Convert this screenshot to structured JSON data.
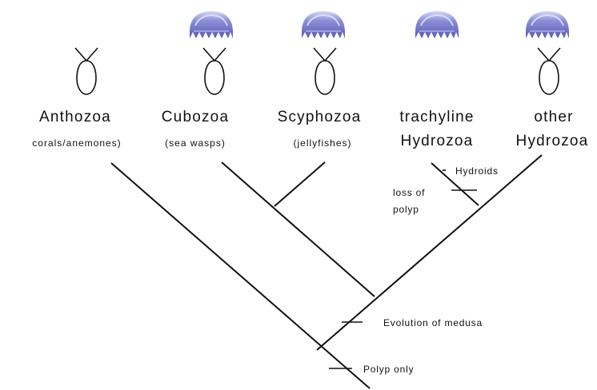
{
  "taxa": [
    {
      "name": "Anthozoa",
      "name_line2": "",
      "common": "corals/anemones)",
      "polyp": true,
      "medusa": false
    },
    {
      "name": "Cubozoa",
      "name_line2": "",
      "common": "(sea wasps)",
      "polyp": true,
      "medusa": true
    },
    {
      "name": "Scyphozoa",
      "name_line2": "",
      "common": "(jellyfishes)",
      "polyp": true,
      "medusa": true
    },
    {
      "name": "trachyline",
      "name_line2": "Hydrozoa",
      "common": "",
      "polyp": false,
      "medusa": true
    },
    {
      "name": "other",
      "name_line2": "Hydrozoa",
      "common": "",
      "polyp": true,
      "medusa": true
    }
  ],
  "annotations": {
    "hydroids": "Hydroids",
    "loss_of_polyp_line1": "loss of",
    "loss_of_polyp_line2": "polyp",
    "evolution_of_medusa": "Evolution of medusa",
    "polyp_only": "Polyp only"
  },
  "colors": {
    "medusa_fill": "#6b6bc4",
    "medusa_highlight": "#c9cdf0",
    "line": "#111111"
  }
}
